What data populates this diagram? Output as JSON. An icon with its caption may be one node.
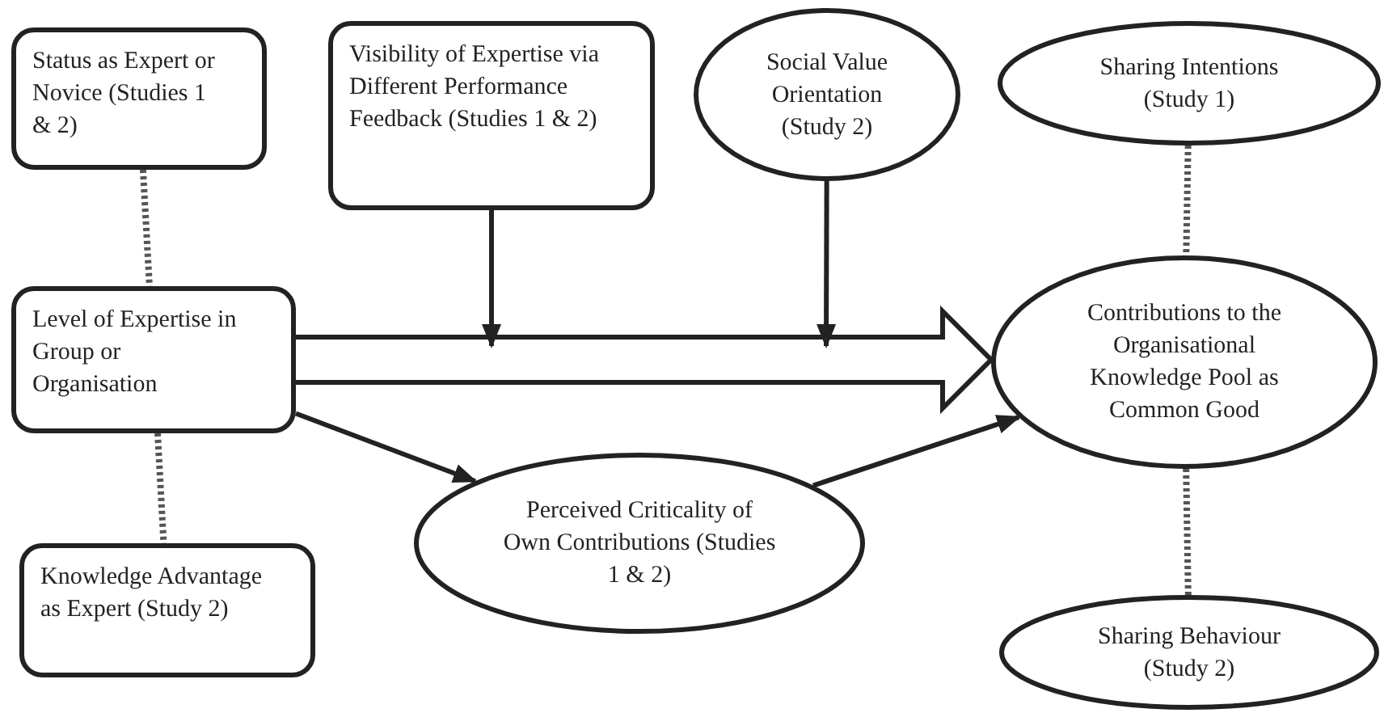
{
  "diagram": {
    "nodes": [
      {
        "text": [
          "Status as Expert or Novice (Studies 1 & 2)"
        ]
      },
      {
        "text": [
          "Visibility of Expertise via Different Performance Feedback (Studies 1 & 2)"
        ]
      },
      {
        "text": [
          "Social Value Orientation (Study 2)"
        ]
      },
      {
        "text": [
          "Sharing Intentions (Study 1)"
        ]
      },
      {
        "text": [
          "Level of Expertise in Group or Organisation"
        ]
      },
      {
        "text": [
          "Contributions to the Organisational Knowledge Pool as Common Good"
        ]
      },
      {
        "text": [
          "Perceived Criticality of Own Contributions (Studies 1 & 2)"
        ]
      },
      {
        "text": [
          "Knowledge Advantage as Expert (Study 2)"
        ]
      },
      {
        "text": [
          "Sharing Behaviour (Study 2)"
        ]
      }
    ],
    "edges": [
      {
        "from": 0,
        "to": 4,
        "arrow": "none",
        "style": "dashed"
      },
      {
        "from": 4,
        "to": 5,
        "arrow": "to",
        "style": "thick"
      },
      {
        "from": 1,
        "to": null,
        "arrow": "to"
      },
      {
        "from": 2,
        "to": null,
        "arrow": "to"
      },
      {
        "from": 4,
        "to": 6,
        "arrow": "to"
      },
      {
        "from": 6,
        "to": 5,
        "arrow": "to"
      },
      {
        "from": 4,
        "to": 7,
        "arrow": "none",
        "style": "dashed"
      },
      {
        "from": 3,
        "to": 5,
        "arrow": "none",
        "style": "dashed"
      },
      {
        "from": 5,
        "to": 8,
        "arrow": "none",
        "style": "dashed"
      }
    ]
  }
}
